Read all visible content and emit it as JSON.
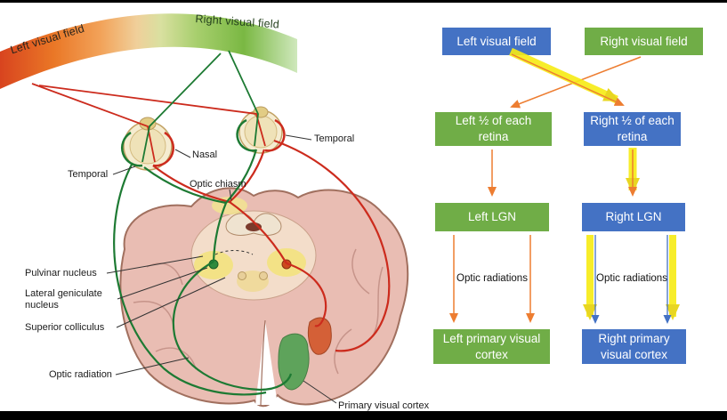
{
  "colors": {
    "flow_blue": "#4472c4",
    "flow_green": "#70ad47",
    "arrow_orange": "#ed7d31",
    "highlight_yellow": "#f7ec13",
    "thin_arrow_blue": "#4472c4",
    "field_red": "#d8441f",
    "field_green": "#6fb944",
    "brain_pink": "#e9bdb3"
  },
  "anatomy": {
    "left_visual_field": "Left visual field",
    "right_visual_field": "Right visual field",
    "temporal_left": "Temporal",
    "nasal": "Nasal",
    "temporal_right": "Temporal",
    "optic_chiasm": "Optic chiasm",
    "pulvinar_nucleus": "Pulvinar nucleus",
    "lateral_geniculate_nucleus": "Lateral geniculate nucleus",
    "superior_colliculus": "Superior colliculus",
    "optic_radiation": "Optic radiation",
    "primary_visual_cortex": "Primary visual cortex"
  },
  "flowchart": {
    "boxes": [
      {
        "label": "Left visual field",
        "color": "blue"
      },
      {
        "label": "Right visual field",
        "color": "green"
      },
      {
        "label": "Left ½ of each retina",
        "color": "green"
      },
      {
        "label": "Right ½ of each retina",
        "color": "blue"
      },
      {
        "label": "Left LGN",
        "color": "green"
      },
      {
        "label": "Right LGN",
        "color": "blue"
      },
      {
        "label": "Left primary visual cortex",
        "color": "green"
      },
      {
        "label": "Right primary visual cortex",
        "color": "blue"
      }
    ],
    "optic_radiations_left": "Optic radiations",
    "optic_radiations_right": "Optic radiations"
  }
}
